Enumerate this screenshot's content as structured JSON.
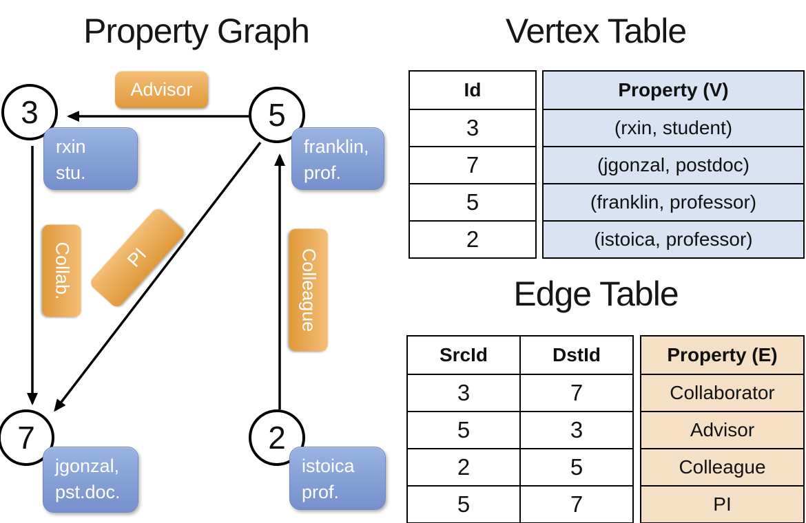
{
  "titles": {
    "property_graph": "Property Graph",
    "vertex_table": "Vertex Table",
    "edge_table": "Edge Table"
  },
  "graph": {
    "nodes": {
      "n3": {
        "id": "3",
        "property_lines": [
          "rxin",
          "stu."
        ]
      },
      "n5": {
        "id": "5",
        "property_lines": [
          "franklin,",
          "prof."
        ]
      },
      "n7": {
        "id": "7",
        "property_lines": [
          "jgonzal,",
          "pst.doc."
        ]
      },
      "n2": {
        "id": "2",
        "property_lines": [
          "istoica",
          "prof."
        ]
      }
    },
    "edge_labels": {
      "advisor": "Advisor",
      "collab": "Collab.",
      "pi": "PI",
      "colleague": "Colleague"
    }
  },
  "vertex_table": {
    "columns": {
      "id": "Id",
      "property": "Property (V)"
    },
    "rows": [
      {
        "id": "3",
        "property": "(rxin, student)"
      },
      {
        "id": "7",
        "property": "(jgonzal, postdoc)"
      },
      {
        "id": "5",
        "property": "(franklin, professor)"
      },
      {
        "id": "2",
        "property": "(istoica, professor)"
      }
    ]
  },
  "edge_table": {
    "columns": {
      "src": "SrcId",
      "dst": "DstId",
      "property": "Property (E)"
    },
    "rows": [
      {
        "src": "3",
        "dst": "7",
        "property": "Collaborator"
      },
      {
        "src": "5",
        "dst": "3",
        "property": "Advisor"
      },
      {
        "src": "2",
        "dst": "5",
        "property": "Colleague"
      },
      {
        "src": "5",
        "dst": "7",
        "property": "PI"
      }
    ]
  },
  "colors": {
    "edge_label_orange_top": "#f4bf78",
    "edge_label_orange_bottom": "#e0983a",
    "vertex_callout_blue_top": "#99b3e1",
    "vertex_callout_blue_bottom": "#7590cb",
    "vertex_property_fill": "#dae3f3",
    "edge_property_fill": "#f5dfc5",
    "line_black": "#000000"
  }
}
